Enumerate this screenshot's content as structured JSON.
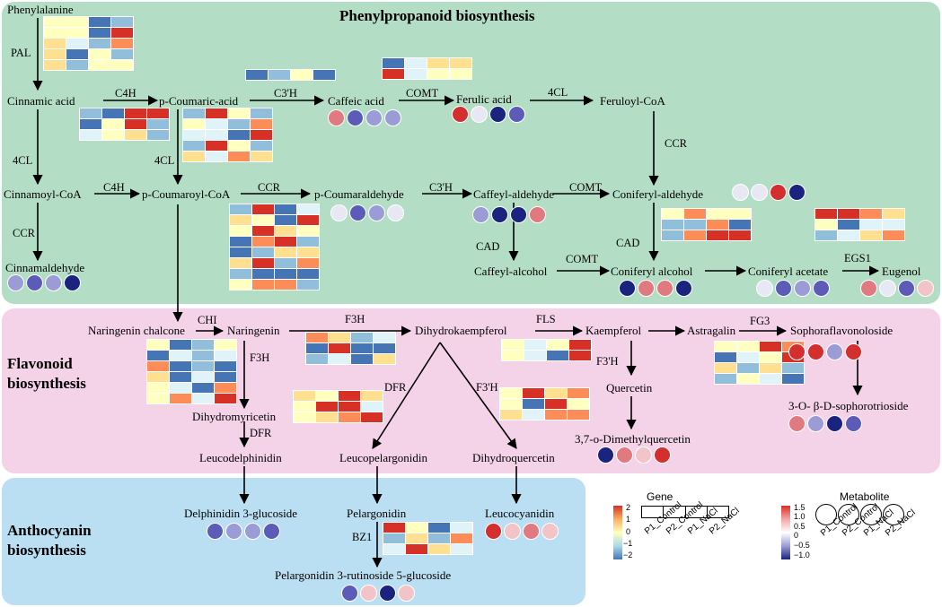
{
  "titles": {
    "phenyl": "Phenylpropanoid biosynthesis",
    "flav1": "Flavonoid",
    "flav2": "biosynthesis",
    "antho1": "Anthocyanin",
    "antho2": "biosynthesis"
  },
  "metabolites": {
    "phenylalanine": "Phenylalanine",
    "cinnamic_acid": "Cinnamic acid",
    "p_coumaric_acid": "p-Coumaric-acid",
    "caffeic_acid": "Caffeic acid",
    "ferulic_acid": "Ferulic acid",
    "feruloyl_coa": "Feruloyl-CoA",
    "cinnamoyl_coa": "Cinnamoyl-CoA",
    "p_coumaroyl_coa": "p-Coumaroyl-CoA",
    "p_coumaraldehyde": "p-Coumaraldehyde",
    "caffeyl_aldehyde": "Caffeyl-aldehyde",
    "coniferyl_aldehyde": "Coniferyl-aldehyde",
    "cinnamaldehyde": "Cinnamaldehyde",
    "caffeyl_alcohol": "Caffeyl-alcohol",
    "coniferyl_alcohol": "Coniferyl alcohol",
    "coniferyl_acetate": "Coniferyl acetate",
    "eugenol": "Eugenol",
    "naringenin_chalcone": "Naringenin chalcone",
    "naringenin": "Naringenin",
    "dihydrokaempferol": "Dihydrokaempferol",
    "kaempferol": "Kaempferol",
    "astragalin": "Astragalin",
    "sophoraflavonoloside": "Sophoraflavonoloside",
    "quercetin": "Quercetin",
    "sophorotrioside": "3-O- β-D-sophorotrioside",
    "dimethylquercetin": "3,7-o-Dimethylquercetin",
    "dihydromyricetin": "Dihydromyricetin",
    "leucodelphinidin": "Leucodelphinidin",
    "leucopelargonidin": "Leucopelargonidin",
    "dihydroquercetin": "Dihydroquercetin",
    "delphinidin_glucoside": "Delphinidin 3-glucoside",
    "pelargonidin": "Pelargonidin",
    "leucocyanidin": "Leucocyanidin",
    "pelargonidin_rutinoside": "Pelargonidin 3-rutinoside 5-glucoside"
  },
  "enzymes": {
    "pal": "PAL",
    "c4h_1": "C4H",
    "c3h_1": "C3'H",
    "comt_1": "COMT",
    "fcl_1": "4CL",
    "fcl_2": "4CL",
    "fcl_3": "4CL",
    "ccr_1": "CCR",
    "c4h_2": "C4H",
    "ccr_2": "CCR",
    "c3h_2": "C3'H",
    "comt_2": "COMT",
    "ccr_3": "CCR",
    "cad_1": "CAD",
    "comt_3": "COMT",
    "cad_2": "CAD",
    "egs1": "EGS1",
    "chi": "CHI",
    "f3h_1": "F3H",
    "fls": "FLS",
    "fg3": "FG3",
    "f3h_2": "F3H",
    "f3prime_1": "F3'H",
    "f3prime_2": "F3'H",
    "dfr_1": "DFR",
    "dfr_2": "DFR",
    "bz1": "BZ1"
  },
  "legend": {
    "gene_title": "Gene",
    "metab_title": "Metabolite",
    "gene_ticks": [
      "2",
      "1",
      "0",
      "−1",
      "−2"
    ],
    "metab_ticks": [
      "1.5",
      "1.0",
      "0.5",
      "0",
      "−0.5",
      "−1.0"
    ],
    "samples": [
      "P1_Control",
      "P2_Control",
      "P1_NaCl",
      "P2_NaCl"
    ]
  },
  "colors": {
    "low": "#4a7cb8",
    "high": "#d73027",
    "dark": "#1a237e",
    "panel_phenyl": "#b3dec5",
    "panel_flav": "#f4d3e8",
    "panel_antho": "#bbdff2"
  }
}
